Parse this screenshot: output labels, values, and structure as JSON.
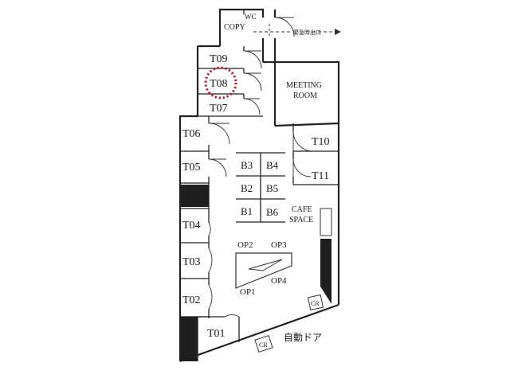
{
  "rooms": {
    "wc": "WC",
    "copy": "COPY",
    "emergency_exit": "緊急時出口",
    "t09": "T09",
    "t08": "T08",
    "t07": "T07",
    "meeting_line1": "MEETING",
    "meeting_line2": "ROOM",
    "t06": "T06",
    "t05": "T05",
    "t04": "T04",
    "t03": "T03",
    "t02": "T02",
    "t01": "T01",
    "t10": "T10",
    "t11": "T11",
    "b3": "B3",
    "b4": "B4",
    "b2": "B2",
    "b5": "B5",
    "b1": "B1",
    "b6": "B6",
    "cafe_line1": "CAFE",
    "cafe_line2": "SPACE",
    "op1": "OP1",
    "op2": "OP2",
    "op3": "OP3",
    "op4": "OP4",
    "cr_right": "CR",
    "cr_bottom": "CR",
    "auto_door": "自動ドア"
  },
  "colors": {
    "wall": "#222222",
    "highlight": "#d0021b"
  }
}
